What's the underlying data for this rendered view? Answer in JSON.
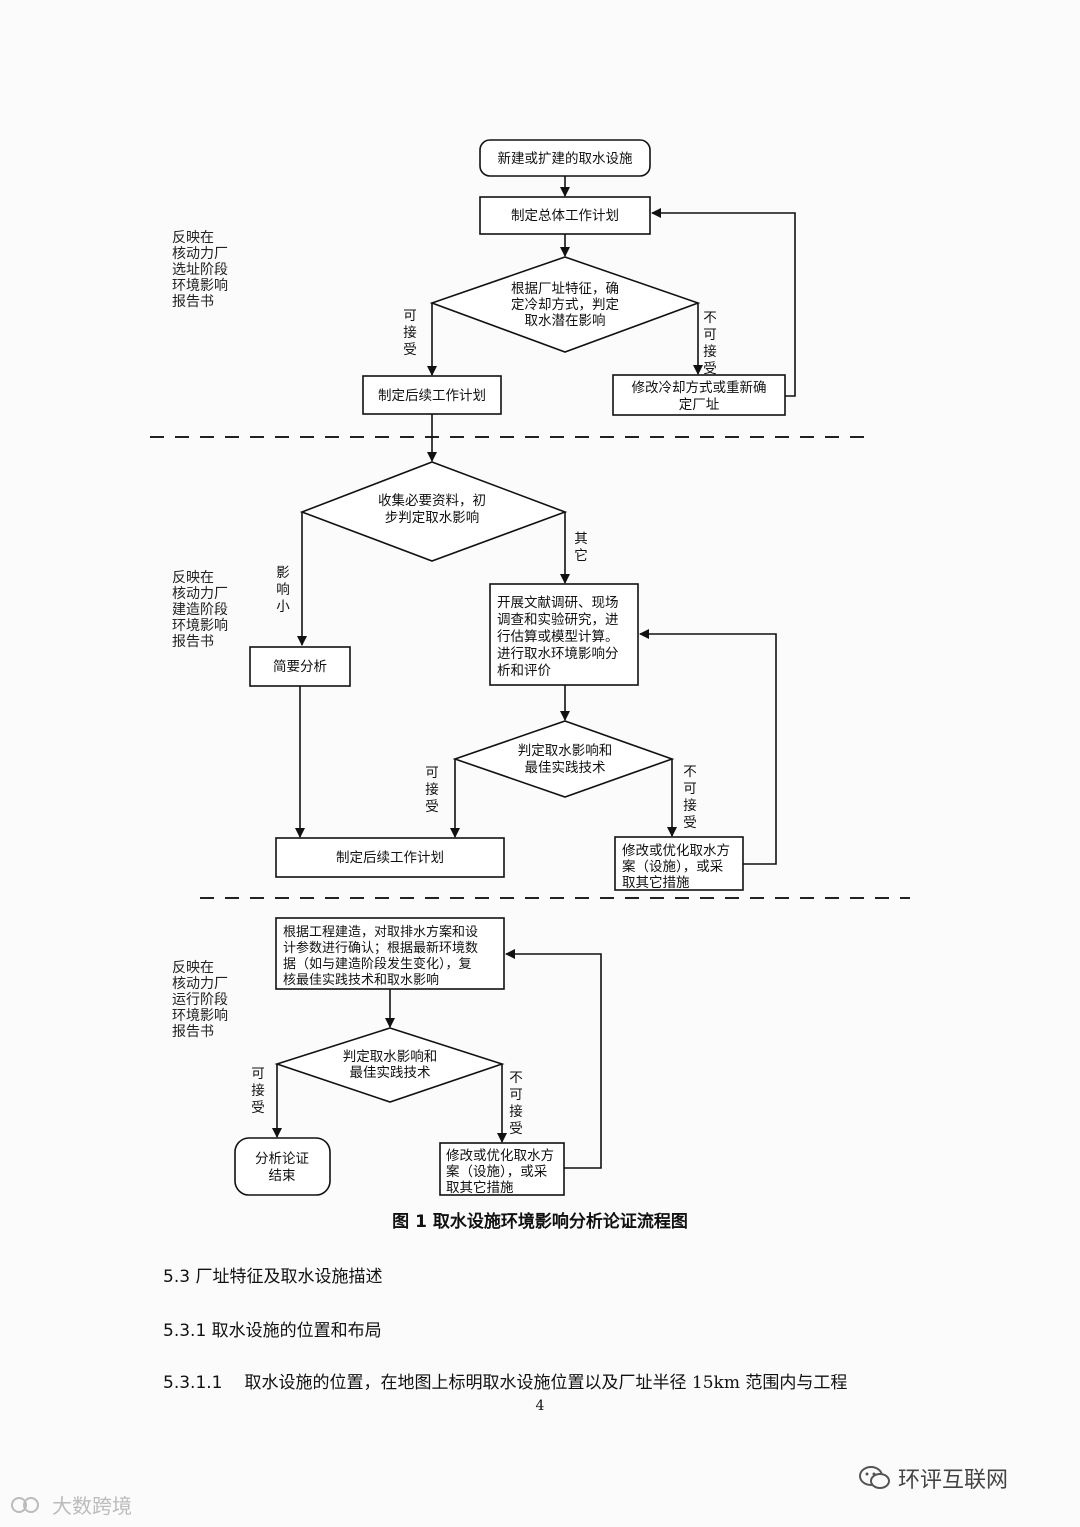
{
  "flowchart": {
    "start": "新建或扩建的取水设施",
    "plan_overall": "制定总体工作计划",
    "decision1": [
      "根据厂址特征，确",
      "定冷却方式，判定",
      "取水潜在影响"
    ],
    "accept": "可接受",
    "not_accept": "不可接受",
    "modify_site": [
      "修改冷却方式或重新确",
      "定厂址"
    ],
    "followup_plan_1": "制定后续工作计划",
    "decision2": [
      "收集必要资料，初",
      "步判定取水影响"
    ],
    "small_impact": "影响小",
    "other": "其它",
    "brief_analysis": "简要分析",
    "research": [
      "开展文献调研、现场",
      "调查和实验研究，进",
      "行估算或模型计算。",
      "进行取水环境影响分",
      "析和评价"
    ],
    "decision3": [
      "判定取水影响和",
      "最佳实践技术"
    ],
    "followup_plan_2": "制定后续工作计划",
    "modify_scheme_1": [
      "修改或优化取水方",
      "案（设施），或采",
      "取其它措施"
    ],
    "confirm": [
      "根据工程建造，对取排水方案和设",
      "计参数进行确认；根据最新环境数",
      "据（如与建造阶段发生变化），复",
      "核最佳实践技术和取水影响"
    ],
    "decision4": [
      "判定取水影响和",
      "最佳实践技术"
    ],
    "end": [
      "分析论证",
      "结束"
    ],
    "modify_scheme_2": [
      "修改或优化取水方",
      "案（设施），或采",
      "取其它措施"
    ]
  },
  "side_notes": [
    [
      "反映在",
      "核动力厂",
      "选址阶段",
      "环境影响",
      "报告书"
    ],
    [
      "反映在",
      "核动力厂",
      "建造阶段",
      "环境影响",
      "报告书"
    ],
    [
      "反映在",
      "核动力厂",
      "运行阶段",
      "环境影响",
      "报告书"
    ]
  ],
  "figure_caption": "图 1  取水设施环境影响分析论证流程图",
  "section_5_3": "5.3  厂址特征及取水设施描述",
  "section_5_3_1": "5.3.1  取水设施的位置和布局",
  "paragraph": {
    "number": "5.3.1.1",
    "text": "取水设施的位置，在地图上标明取水设施位置以及厂址半径 15km 范围内与工程"
  },
  "page_number": "4",
  "watermarks": {
    "right": "环评互联网",
    "left": "大数跨境"
  }
}
